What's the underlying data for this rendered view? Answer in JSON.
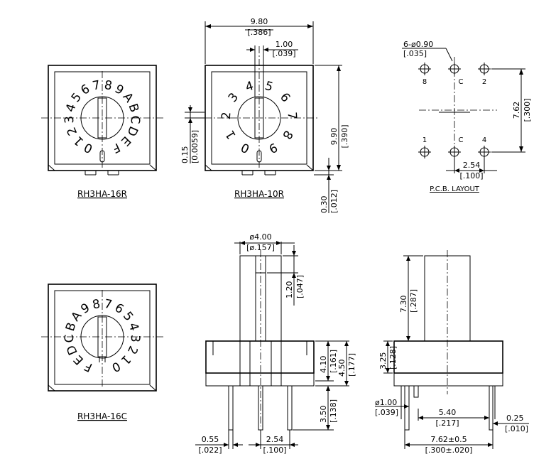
{
  "captions": {
    "rh16r": "RH3HA-16R",
    "rh10r": "RH3HA-10R",
    "rh16c": "RH3HA-16C",
    "pcb": "P.C.B. LAYOUT"
  },
  "dials": {
    "rh16r": [
      "0",
      "1",
      "2",
      "3",
      "4",
      "5",
      "6",
      "7",
      "8",
      "9",
      "A",
      "B",
      "C",
      "D",
      "E",
      "F"
    ],
    "rh10r": [
      "0",
      "1",
      "2",
      "3",
      "4",
      "5",
      "6",
      "7",
      "8",
      "9"
    ],
    "rh16c": [
      "0",
      "1",
      "2",
      "3",
      "4",
      "5",
      "6",
      "7",
      "8",
      "9",
      "A",
      "B",
      "C",
      "D",
      "E",
      "F"
    ]
  },
  "dimensions": {
    "top_width": "9.80",
    "top_width_in": "[.386]",
    "slot_width": "1.00",
    "slot_width_in": "[.039]",
    "offset": "0.15",
    "offset_in": "[0.0059]",
    "height": "9.90",
    "height_in": "[.390]",
    "base_gap": "0.30",
    "base_gap_in": "[.012]",
    "hole_spec": "6-ø0.90",
    "hole_spec_in": "[.035]",
    "row_pitch": "7.62",
    "row_pitch_in": "[.300]",
    "col_pitch": "2.54",
    "col_pitch_in": "[.100]",
    "shaft_dia": "ø4.00",
    "shaft_dia_in": "[ø.157]",
    "slot_depth": "1.20",
    "slot_depth_in": "[.047]",
    "body_h1": "4.10",
    "body_h1_in": "[.161]",
    "body_h2": "4.50",
    "body_h2_in": "[.177]",
    "pin_len": "3.50",
    "pin_len_in": "[.138]",
    "pin_w": "0.55",
    "pin_w_in": "[.022]",
    "pin_pitch": "2.54",
    "pin_pitch_in": "[.100]",
    "shaft_h": "7.30",
    "shaft_h_in": "[.287]",
    "body_h3": "3.25",
    "body_h3_in": "[.128]",
    "side_pin_dia": "ø1.00",
    "side_pin_dia_in": "[.039]",
    "side_span": "5.40",
    "side_span_in": "[.217]",
    "side_pin_t": "0.25",
    "side_pin_t_in": "[.010]",
    "row_span": "7.62±0.5",
    "row_span_in": "[.300±.020]"
  },
  "pcb_pins": {
    "top": [
      "8",
      "C",
      "2"
    ],
    "bottom": [
      "1",
      "C",
      "4"
    ]
  }
}
